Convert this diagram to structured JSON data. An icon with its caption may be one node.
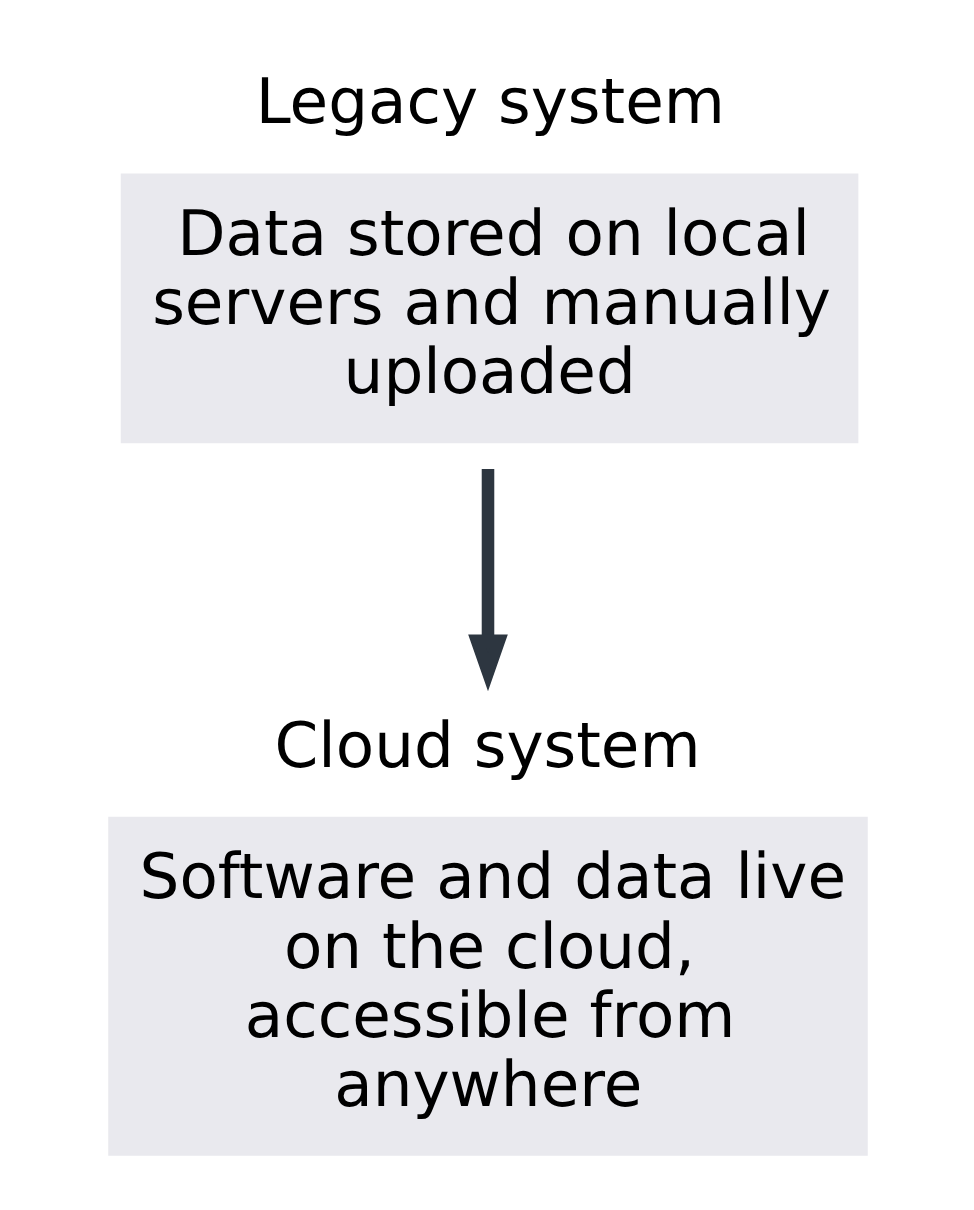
{
  "diagram": {
    "nodes": [
      {
        "text": [
          "Legacy system",
          "Data stored on local servers and manually uploaded"
        ]
      },
      {
        "text": [
          "Cloud system",
          "Software and data live on the cloud, accessible from anywhere"
        ]
      }
    ],
    "edges": [
      {
        "from": 0,
        "to": 1,
        "arrow": "to"
      }
    ]
  }
}
